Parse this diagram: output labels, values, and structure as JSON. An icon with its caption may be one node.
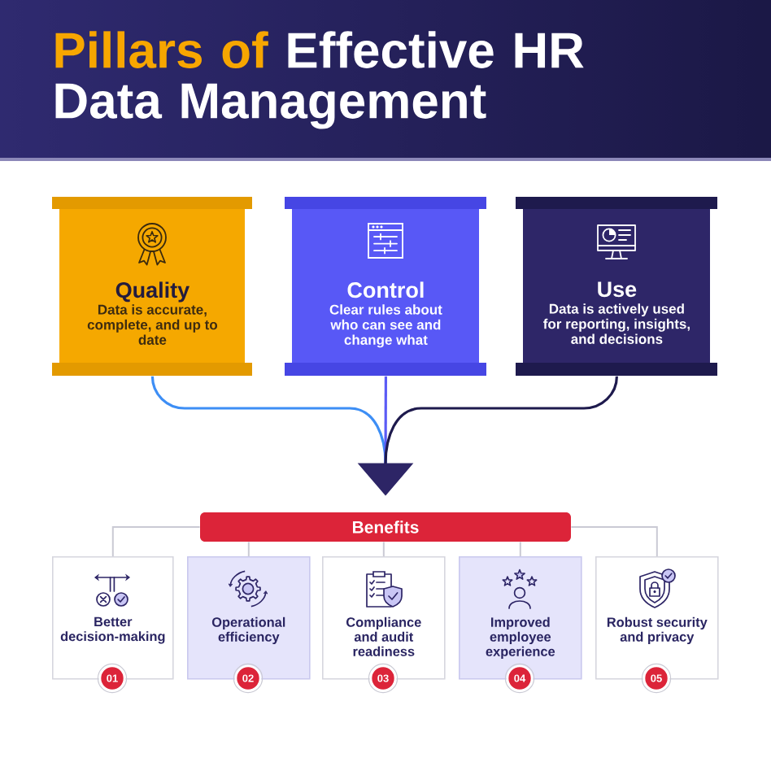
{
  "diagram": {
    "title": "Pillars of Effective HR Data Management",
    "nodes": [
      {
        "text": [
          "Quality",
          "Data is accurate, complete, and up to date"
        ]
      },
      {
        "text": [
          "Control",
          "Clear rules about who can see and change what"
        ]
      },
      {
        "text": [
          "Use",
          "Data is actively used for reporting, insights, and decisions"
        ]
      },
      {
        "text": [
          "Benefits"
        ]
      },
      {
        "text": [
          "Better decision-making"
        ]
      },
      {
        "text": [
          "01"
        ]
      },
      {
        "text": [
          "Operational efficiency"
        ]
      },
      {
        "text": [
          "02"
        ]
      },
      {
        "text": [
          "Compliance and audit readiness"
        ]
      },
      {
        "text": [
          "03"
        ]
      },
      {
        "text": [
          "Improved employee experience"
        ]
      },
      {
        "text": [
          "04"
        ]
      },
      {
        "text": [
          "Robust security and privacy"
        ]
      },
      {
        "text": [
          "05"
        ]
      }
    ],
    "edges": [
      {
        "from": 0,
        "to": 3,
        "arrow": "to",
        "color": "#3d8ef5"
      },
      {
        "from": 1,
        "to": 3,
        "arrow": "to",
        "color": "#5b5bf5"
      },
      {
        "from": 2,
        "to": 3,
        "arrow": "to",
        "color": "#1e1a4d"
      },
      {
        "from": 3,
        "to": 4,
        "arrow": "none"
      },
      {
        "from": 3,
        "to": 6,
        "arrow": "none"
      },
      {
        "from": 3,
        "to": 8,
        "arrow": "none"
      },
      {
        "from": 3,
        "to": 10,
        "arrow": "none"
      },
      {
        "from": 3,
        "to": 12,
        "arrow": "none"
      }
    ]
  }
}
